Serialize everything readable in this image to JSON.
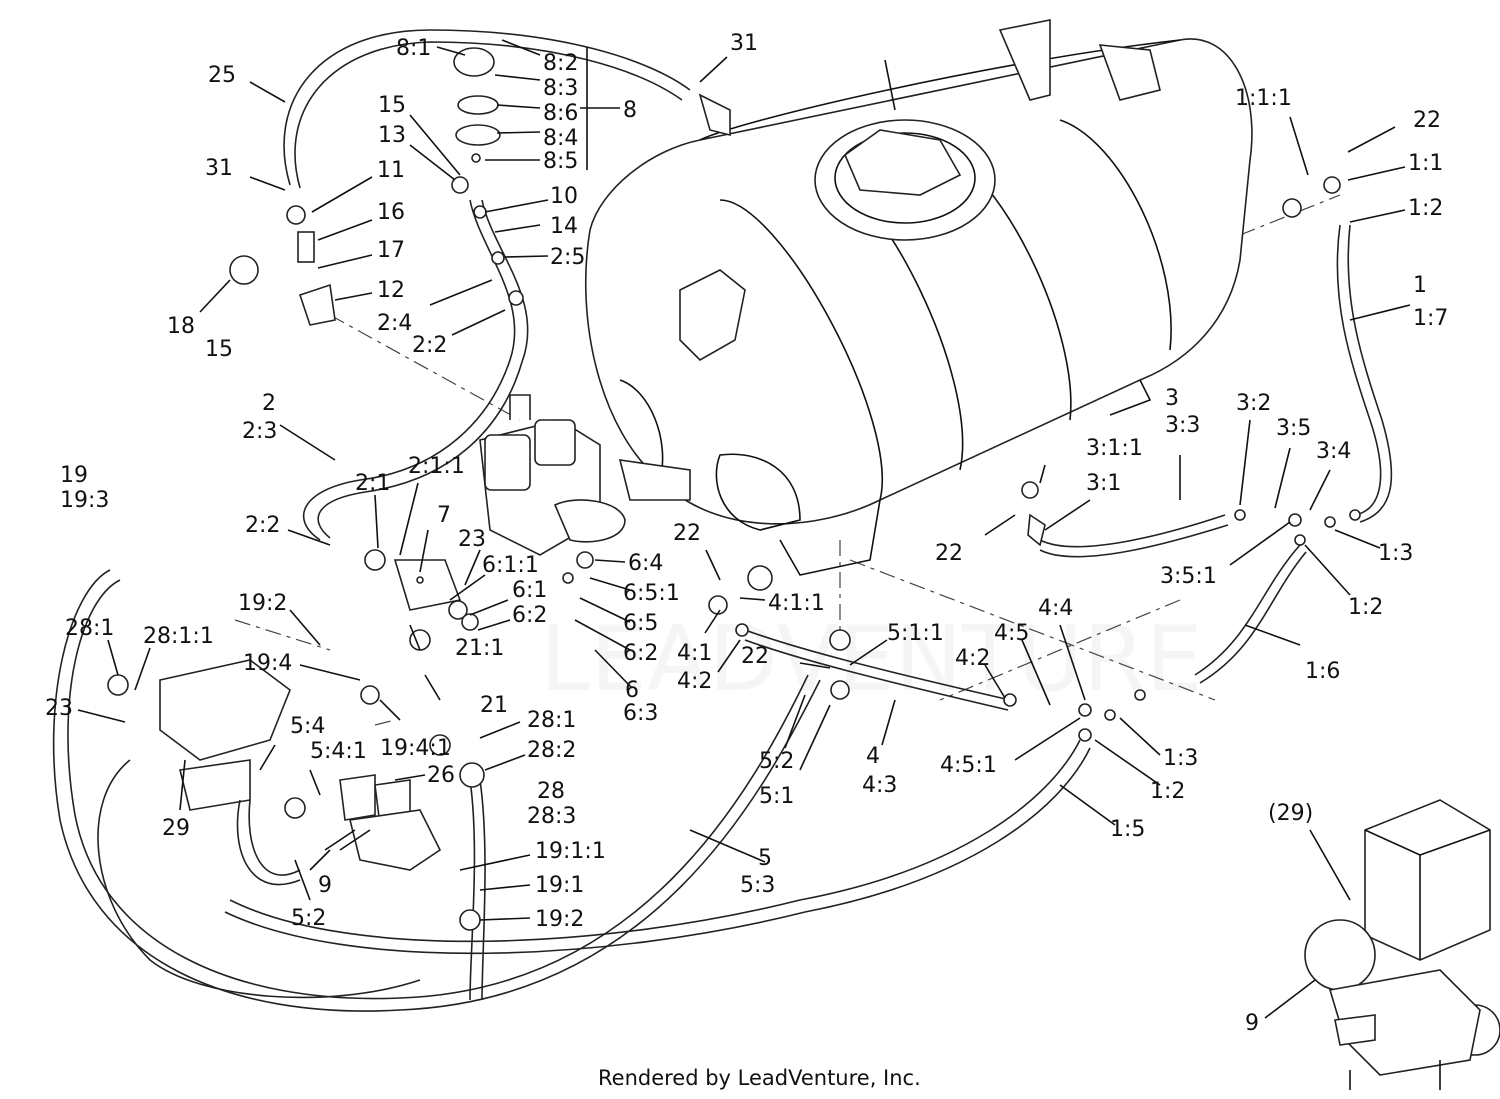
{
  "footer": "Rendered by LeadVenture, Inc.",
  "labels": [
    {
      "id": "c1",
      "text": "8:1"
    },
    {
      "id": "c2",
      "text": "8:2"
    },
    {
      "id": "c3",
      "text": "8:3"
    },
    {
      "id": "c4",
      "text": "8:6"
    },
    {
      "id": "c5",
      "text": "8"
    },
    {
      "id": "c6",
      "text": "8:4"
    },
    {
      "id": "c7",
      "text": "8:5"
    },
    {
      "id": "c8",
      "text": "31"
    },
    {
      "id": "c9",
      "text": "25"
    },
    {
      "id": "c10",
      "text": "15"
    },
    {
      "id": "c11",
      "text": "13"
    },
    {
      "id": "c12",
      "text": "31"
    },
    {
      "id": "c13",
      "text": "11"
    },
    {
      "id": "c14",
      "text": "16"
    },
    {
      "id": "c15",
      "text": "17"
    },
    {
      "id": "c16",
      "text": "12"
    },
    {
      "id": "c17",
      "text": "18"
    },
    {
      "id": "c18",
      "text": "15"
    },
    {
      "id": "c19",
      "text": "10"
    },
    {
      "id": "c20",
      "text": "14"
    },
    {
      "id": "c21",
      "text": "2:5"
    },
    {
      "id": "c22",
      "text": "2:4"
    },
    {
      "id": "c23",
      "text": "2:2"
    },
    {
      "id": "c24",
      "text": "2"
    },
    {
      "id": "c25",
      "text": "2:3"
    },
    {
      "id": "c26",
      "text": "19"
    },
    {
      "id": "c27",
      "text": "19:3"
    },
    {
      "id": "c28",
      "text": "2:1"
    },
    {
      "id": "c29",
      "text": "2:1:1"
    },
    {
      "id": "c30",
      "text": "7"
    },
    {
      "id": "c31",
      "text": "2:2"
    },
    {
      "id": "c32",
      "text": "23"
    },
    {
      "id": "c33",
      "text": "6:1:1"
    },
    {
      "id": "c34",
      "text": "6:1"
    },
    {
      "id": "c35",
      "text": "6:2"
    },
    {
      "id": "c36",
      "text": "19:2"
    },
    {
      "id": "c37",
      "text": "28:1"
    },
    {
      "id": "c38",
      "text": "28:1:1"
    },
    {
      "id": "c39",
      "text": "23"
    },
    {
      "id": "c40",
      "text": "19:4"
    },
    {
      "id": "c41",
      "text": "21:1"
    },
    {
      "id": "c42",
      "text": "21"
    },
    {
      "id": "c43",
      "text": "19:4:1"
    },
    {
      "id": "c44",
      "text": "28:1"
    },
    {
      "id": "c45",
      "text": "5:4"
    },
    {
      "id": "c46",
      "text": "5:4:1"
    },
    {
      "id": "c47",
      "text": "26"
    },
    {
      "id": "c48",
      "text": "28:2"
    },
    {
      "id": "c49",
      "text": "28"
    },
    {
      "id": "c50",
      "text": "28:3"
    },
    {
      "id": "c51",
      "text": "29"
    },
    {
      "id": "c52",
      "text": "9"
    },
    {
      "id": "c53",
      "text": "5:2"
    },
    {
      "id": "c54",
      "text": "19:1:1"
    },
    {
      "id": "c55",
      "text": "19:1"
    },
    {
      "id": "c56",
      "text": "19:2"
    },
    {
      "id": "c57",
      "text": "22"
    },
    {
      "id": "c58",
      "text": "6:4"
    },
    {
      "id": "c59",
      "text": "6:5:1"
    },
    {
      "id": "c60",
      "text": "6:5"
    },
    {
      "id": "c61",
      "text": "6:2"
    },
    {
      "id": "c62",
      "text": "6"
    },
    {
      "id": "c63",
      "text": "6:3"
    },
    {
      "id": "c64",
      "text": "4:1:1"
    },
    {
      "id": "c65",
      "text": "4:1"
    },
    {
      "id": "c66",
      "text": "4:2"
    },
    {
      "id": "c67",
      "text": "22"
    },
    {
      "id": "c68",
      "text": "5:1:1"
    },
    {
      "id": "c69",
      "text": "5:2"
    },
    {
      "id": "c70",
      "text": "5:1"
    },
    {
      "id": "c71",
      "text": "4"
    },
    {
      "id": "c72",
      "text": "4:3"
    },
    {
      "id": "c73",
      "text": "5"
    },
    {
      "id": "c74",
      "text": "5:3"
    },
    {
      "id": "c75",
      "text": "1:1:1"
    },
    {
      "id": "c76",
      "text": "22"
    },
    {
      "id": "c77",
      "text": "1:1"
    },
    {
      "id": "c78",
      "text": "1:2"
    },
    {
      "id": "c79",
      "text": "1"
    },
    {
      "id": "c80",
      "text": "1:7"
    },
    {
      "id": "c81",
      "text": "3"
    },
    {
      "id": "c82",
      "text": "3:3"
    },
    {
      "id": "c83",
      "text": "3:2"
    },
    {
      "id": "c84",
      "text": "3:5"
    },
    {
      "id": "c85",
      "text": "3:4"
    },
    {
      "id": "c86",
      "text": "3:1:1"
    },
    {
      "id": "c87",
      "text": "3:1"
    },
    {
      "id": "c88",
      "text": "22"
    },
    {
      "id": "c89",
      "text": "1:3"
    },
    {
      "id": "c90",
      "text": "3:5:1"
    },
    {
      "id": "c91",
      "text": "1:2"
    },
    {
      "id": "c92",
      "text": "4:4"
    },
    {
      "id": "c93",
      "text": "4:5"
    },
    {
      "id": "c94",
      "text": "4:2"
    },
    {
      "id": "c95",
      "text": "1:6"
    },
    {
      "id": "c96",
      "text": "4:5:1"
    },
    {
      "id": "c97",
      "text": "1:3"
    },
    {
      "id": "c98",
      "text": "1:2"
    },
    {
      "id": "c99",
      "text": "1:5"
    },
    {
      "id": "c100",
      "text": "(29)"
    },
    {
      "id": "c101",
      "text": "9"
    }
  ]
}
